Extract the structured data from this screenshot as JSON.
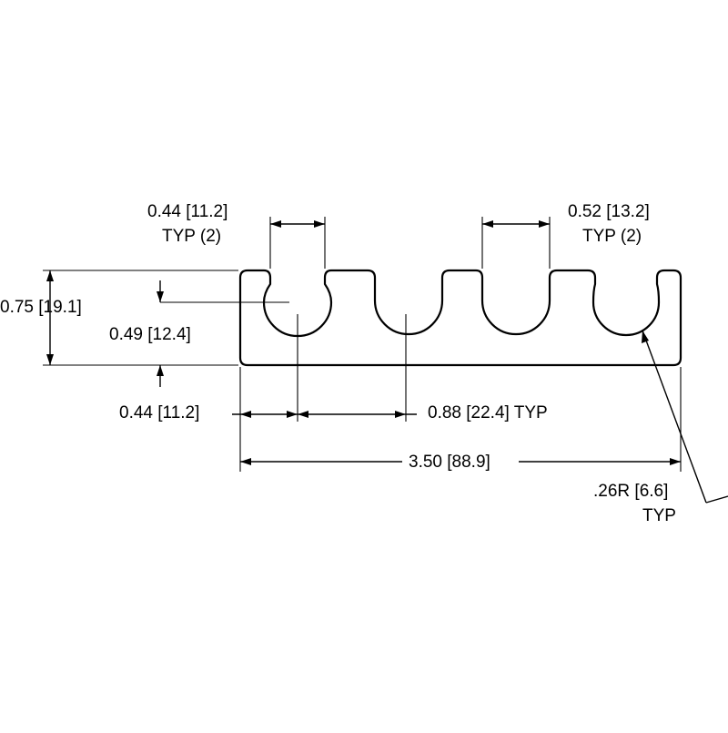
{
  "colors": {
    "line": "#000000",
    "background": "#ffffff"
  },
  "dimensions": {
    "top_left_width": "0.44 [11.2]",
    "top_left_qty": "TYP (2)",
    "top_right_width": "0.52 [13.2]",
    "top_right_qty": "TYP (2)",
    "overall_height": "0.75 [19.1]",
    "slot_depth": "0.49 [12.4]",
    "first_slot_offset": "0.44 [11.2]",
    "slot_pitch": "0.88 [22.4] TYP",
    "overall_length": "3.50 [88.9]",
    "radius": ".26R [6.6]",
    "radius_qty": "TYP"
  }
}
